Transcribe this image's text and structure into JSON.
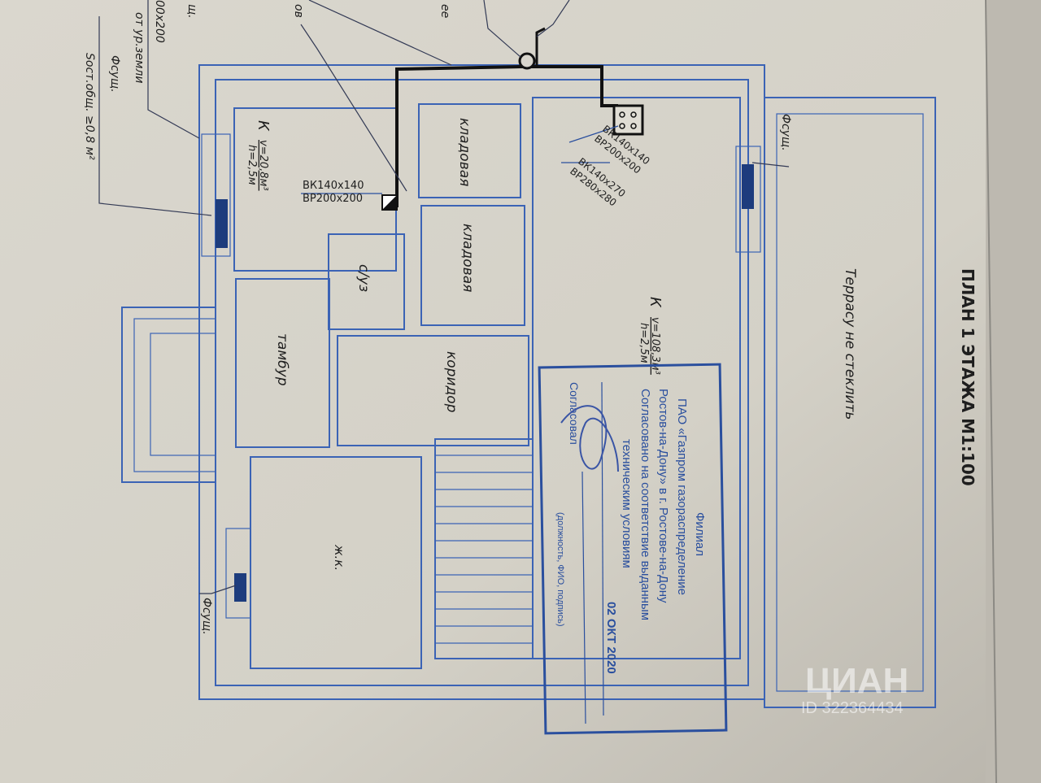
{
  "plan": {
    "title": "ПЛАН 1 ЭТАЖА М1:100",
    "terrace_note": "Террасу не стеклить",
    "rooms": {
      "kitchen": "К",
      "kitchen_volume": "v=20,8м³",
      "kitchen_height": "h=2,5м",
      "storage1": "кладовая",
      "storage2": "кладовая",
      "bathroom": "с/уз",
      "vestibule": "тамбур",
      "corridor": "коридор",
      "living": "ж.к.",
      "big_room": "К",
      "big_room_volume": "v=108,3м³",
      "big_room_height": "h=2,5м"
    },
    "vents": {
      "kitchen_vk": "ВК140х140",
      "kitchen_vp": "ВР200х200",
      "big1_vk": "ВК140х140",
      "big1_vp": "ВР200х200",
      "big2_vk": "ВК140х270",
      "big2_vp": "ВР280х280"
    },
    "annotations": {
      "top_left_1": "щ.",
      "top_left_2": "00х200",
      "top_left_3": "от ур.земли",
      "top_left_fsush": "Фсущ.",
      "top_left_area": "Sост.общ. ≥0,8 м²",
      "top_1": "ов",
      "top_2": "ее",
      "fsush_right": "Фсущ.",
      "fsush_bottom": "Фсущ."
    }
  },
  "stamp": {
    "line1": "Филиал",
    "line2": "ПАО «Газпром газораспределение",
    "line3": "Ростов-на-Дону» в г. Ростове-на-Дону",
    "line4": "Согласовано на соответствие выданным",
    "line5": "техническим условиям",
    "date": "02 ОКТ 2020",
    "approved_label": "Согласовал",
    "signature_caption": "(должность, ФИО, подпись)",
    "color": "#2a4f9e"
  },
  "watermark": {
    "brand": "ЦИАН",
    "id": "ID 322364434"
  }
}
